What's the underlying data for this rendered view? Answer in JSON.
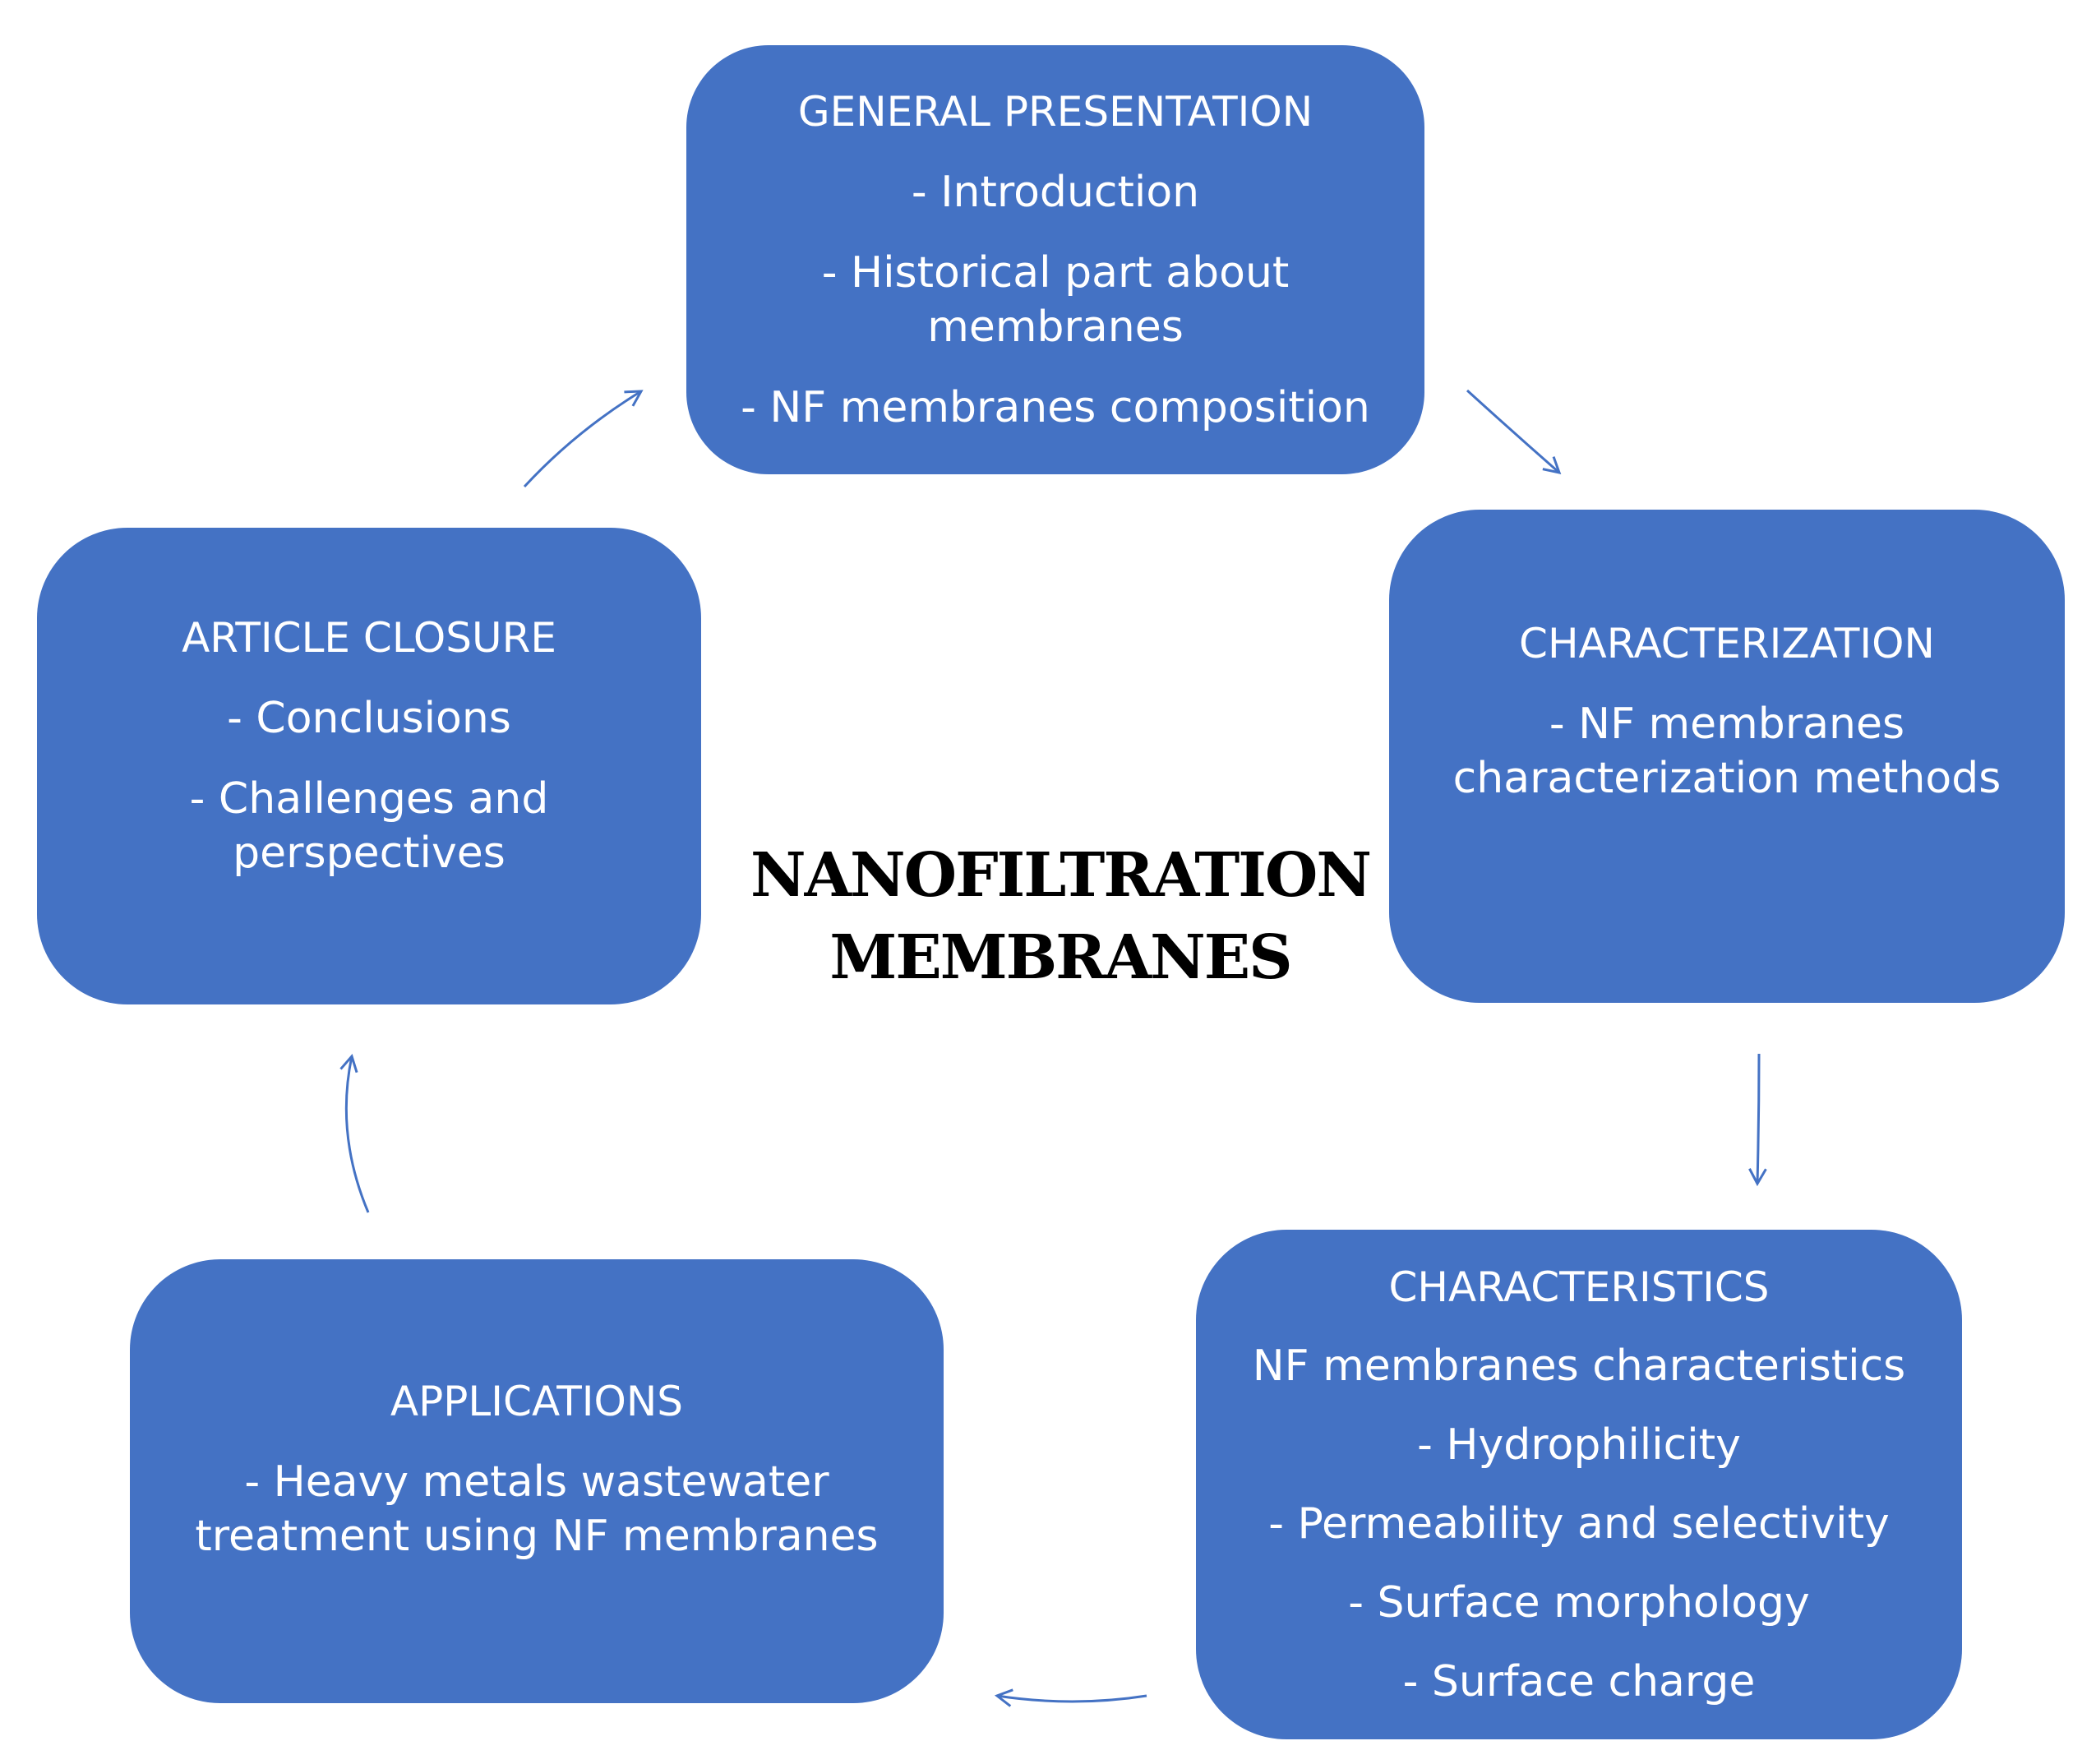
{
  "center_title": {
    "line1": "NANOFILTRATION",
    "line2": "MEMBRANES"
  },
  "boxes": {
    "general": {
      "heading": "GENERAL PRESENTATION",
      "items": [
        "- Introduction",
        "- Historical part about membranes",
        "- NF membranes composition"
      ]
    },
    "characterization": {
      "heading": "CHARACTERIZATION",
      "items": [
        "- NF membranes characterization methods"
      ]
    },
    "characteristics": {
      "heading": "CHARACTERISTICS",
      "items": [
        "NF membranes characteristics",
        "- Hydrophilicity",
        "- Permeability and selectivity",
        "- Surface morphology",
        "- Surface charge"
      ]
    },
    "applications": {
      "heading": "APPLICATIONS",
      "items": [
        "- Heavy metals wastewater treatment using NF membranes"
      ]
    },
    "closure": {
      "heading": "ARTICLE CLOSURE",
      "items": [
        "- Conclusions",
        "- Challenges and perspectives"
      ]
    }
  },
  "colors": {
    "box_fill": "#4472c4",
    "box_text": "#ffffff",
    "arrow": "#4472c4",
    "title_text": "#000000"
  }
}
